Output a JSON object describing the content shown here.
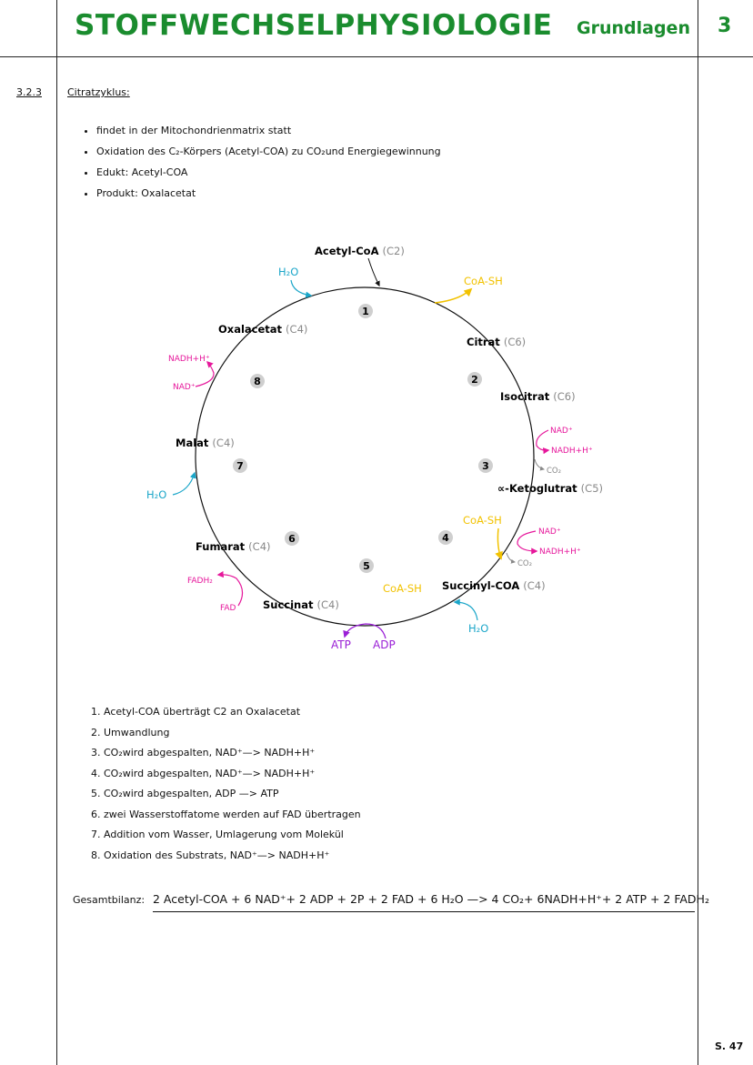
{
  "header": {
    "title": "STOFFWECHSELPHYSIOLOGIE",
    "subtitle": "Grundlagen",
    "chapter": "3"
  },
  "section": {
    "number": "3.2.3",
    "title": "Citratzyklus:"
  },
  "bullets": [
    "findet in der Mitochondrienmatrix statt",
    "Oxidation des C₂-Körpers (Acetyl-COA) zu CO₂und Energiegewinnung",
    "Edukt: Acetyl-COA",
    "Produkt: Oxalacetat"
  ],
  "diagram": {
    "molecules": [
      {
        "name": "Acetyl-CoA",
        "c": "(C2)"
      },
      {
        "name": "Citrat",
        "c": "(C6)"
      },
      {
        "name": "Isocitrat",
        "c": "(C6)"
      },
      {
        "name": "∝-Ketoglutrat",
        "c": "(C5)"
      },
      {
        "name": "Succinyl-COA",
        "c": "(C4)"
      },
      {
        "name": "Succinat",
        "c": "(C4)"
      },
      {
        "name": "Fumarat",
        "c": "(C4)"
      },
      {
        "name": "Malat",
        "c": "(C4)"
      },
      {
        "name": "Oxalacetat",
        "c": "(C4)"
      }
    ],
    "steps": [
      "1",
      "2",
      "3",
      "4",
      "5",
      "6",
      "7",
      "8"
    ],
    "cofactors": {
      "h2o": "H₂O",
      "coa_sh": "CoA-SH",
      "nad": "NAD⁺",
      "nadh": "NADH+H⁺",
      "co2": "CO₂",
      "atp": "ATP",
      "adp": "ADP",
      "fadh2": "FADH₂",
      "fad": "FAD"
    },
    "colors": {
      "h2o": "#1ba6c9",
      "coa": "#f2c200",
      "nad": "#e6179b",
      "atp": "#9a1fd6",
      "co2": "#888888",
      "step_circle": "#cfcfcf",
      "title": "#1a8c2e"
    }
  },
  "steps_list": [
    "Acetyl-COA überträgt C2 an Oxalacetat",
    "Umwandlung",
    "CO₂wird abgespalten, NAD⁺—> NADH+H⁺",
    "CO₂wird abgespalten, NAD⁺—> NADH+H⁺",
    "CO₂wird abgespalten, ADP —> ATP",
    "zwei Wasserstoffatome werden auf FAD übertragen",
    "Addition vom Wasser, Umlagerung vom Molekül",
    "Oxidation des Substrats, NAD⁺—> NADH+H⁺"
  ],
  "bilanz": {
    "label": "Gesamtbilanz:",
    "equation": "2 Acetyl-COA + 6 NAD⁺+ 2 ADP + 2P + 2 FAD + 6 H₂O —> 4 CO₂+ 6NADH+H⁺+ 2 ATP + 2 FADH₂"
  },
  "page_number": "S. 47"
}
